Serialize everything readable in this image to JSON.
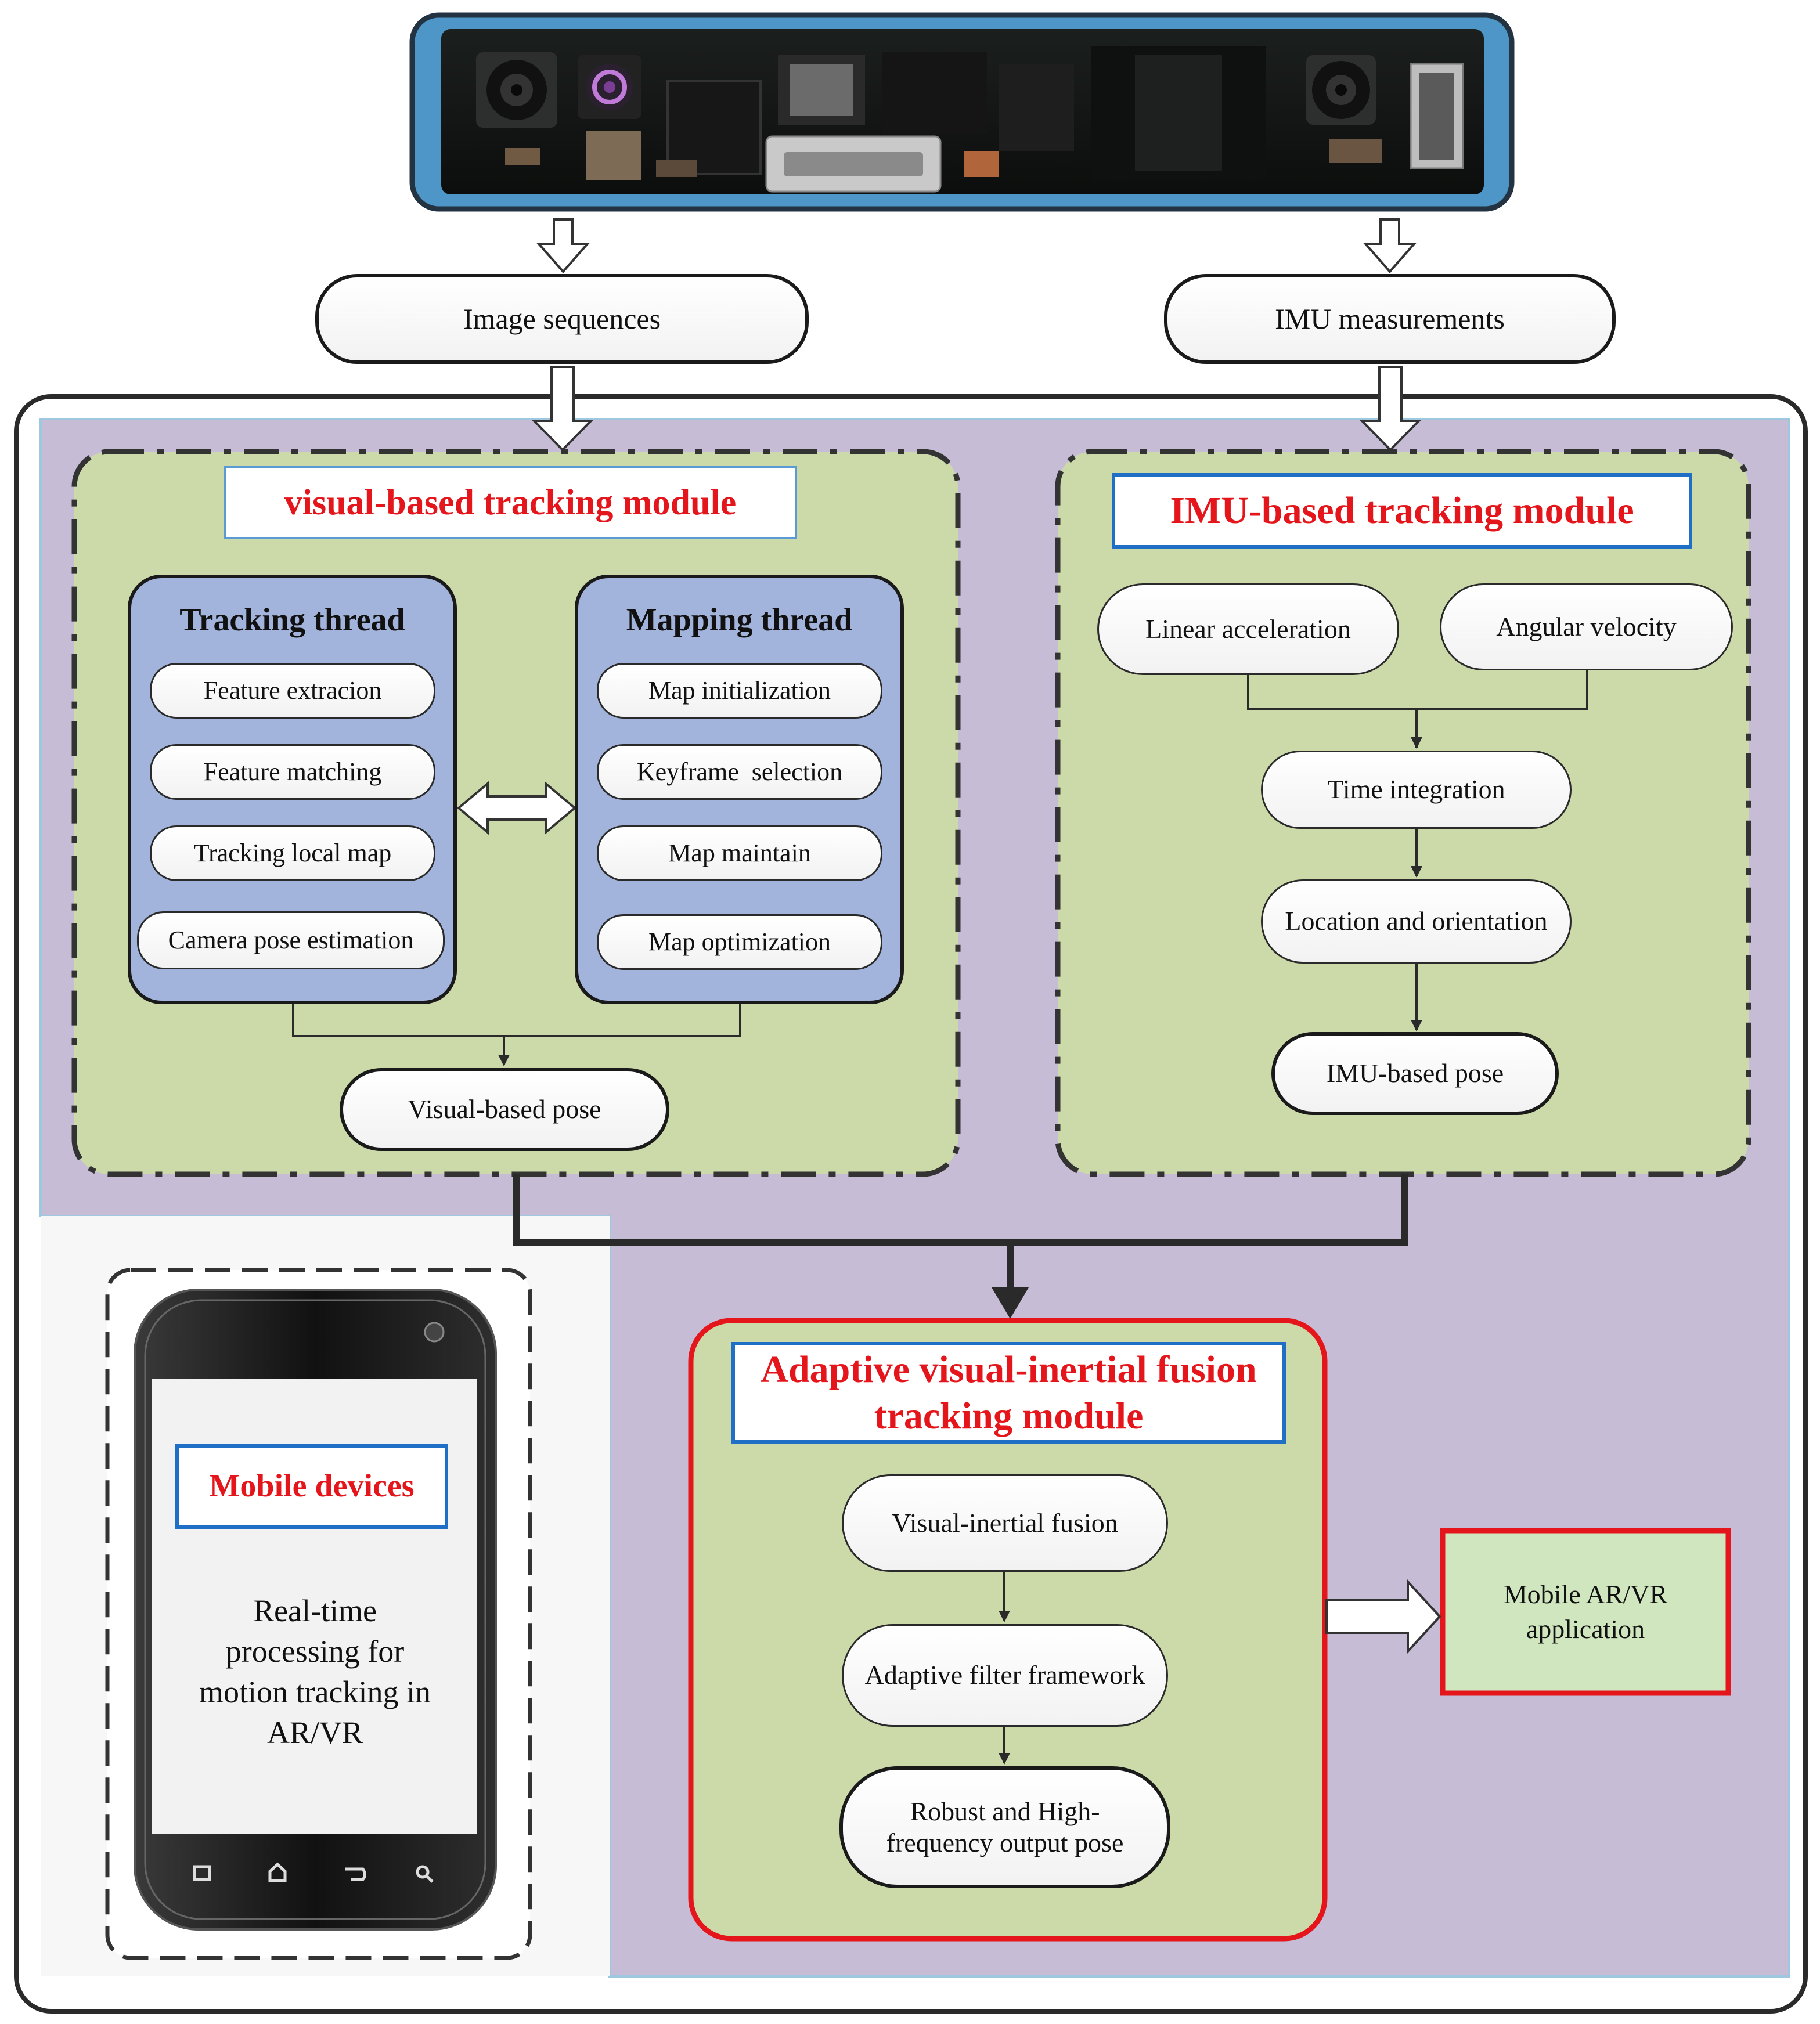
{
  "inputs": {
    "image_sequences": "Image sequences",
    "imu_measurements": "IMU measurements"
  },
  "visual_module": {
    "title": "visual-based tracking module",
    "tracking_thread": {
      "title": "Tracking thread",
      "items": [
        "Feature extracion",
        "Feature matching",
        "Tracking local map",
        "Camera pose estimation"
      ]
    },
    "mapping_thread": {
      "title": "Mapping thread",
      "items": [
        "Map initialization",
        "Keyframe  selection",
        "Map maintain",
        "Map optimization"
      ]
    },
    "output": "Visual-based pose"
  },
  "imu_module": {
    "title": "IMU-based tracking module",
    "linear_acceleration": "Linear acceleration",
    "angular_velocity": "Angular velocity",
    "time_integration": "Time integration",
    "location_orientation": "Location and orientation",
    "output": "IMU-based pose"
  },
  "fusion_module": {
    "title_line1": "Adaptive visual-inertial fusion",
    "title_line2": "tracking module",
    "step1": "Visual-inertial fusion",
    "step2": "Adaptive filter framework",
    "output_line1": "Robust and High-",
    "output_line2": "frequency output pose"
  },
  "application": {
    "line1": "Mobile AR/VR",
    "line2": "application"
  },
  "mobile": {
    "title": "Mobile devices",
    "description": [
      "Real-time",
      "processing for",
      "motion tracking in",
      "AR/VR"
    ]
  },
  "colors": {
    "purple_panel": "#c7bcd6",
    "green_panel": "#ccdaaa",
    "thread_blue": "#a3b4dc",
    "title_red": "#e4161b",
    "title_border_blue": "#1f6fc6",
    "app_green": "#cfe6bf"
  }
}
